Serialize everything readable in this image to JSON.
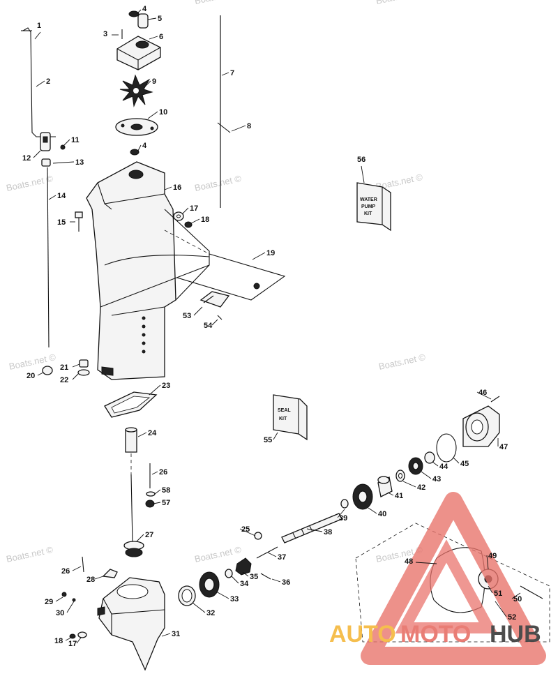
{
  "diagram": {
    "watermark": "Boats.net ©",
    "kit_labels": {
      "water_pump_kit": [
        "WATER",
        "PUMP",
        "KIT"
      ],
      "seal_kit": [
        "SEAL",
        "KIT"
      ]
    },
    "logo": {
      "text_auto": "AUTO",
      "text_moto": "MOTO",
      "text_hub": "HUB",
      "colors": {
        "triangle": "#e8726a",
        "auto": "#f5b940",
        "moto": "#e8726a",
        "hub": "#3d3d3d"
      }
    },
    "callouts": [
      "1",
      "2",
      "3",
      "4",
      "5",
      "6",
      "7",
      "8",
      "9",
      "10",
      "11",
      "12",
      "13",
      "14",
      "15",
      "16",
      "17",
      "18",
      "19",
      "20",
      "21",
      "22",
      "23",
      "24",
      "26",
      "27",
      "25",
      "28",
      "29",
      "30",
      "31",
      "32",
      "33",
      "34",
      "35",
      "36",
      "37",
      "38",
      "39",
      "40",
      "41",
      "42",
      "43",
      "44",
      "45",
      "46",
      "47",
      "48",
      "49",
      "50",
      "51",
      "52",
      "53",
      "54",
      "55",
      "56",
      "57",
      "58",
      "4",
      "17",
      "18",
      "26"
    ]
  }
}
